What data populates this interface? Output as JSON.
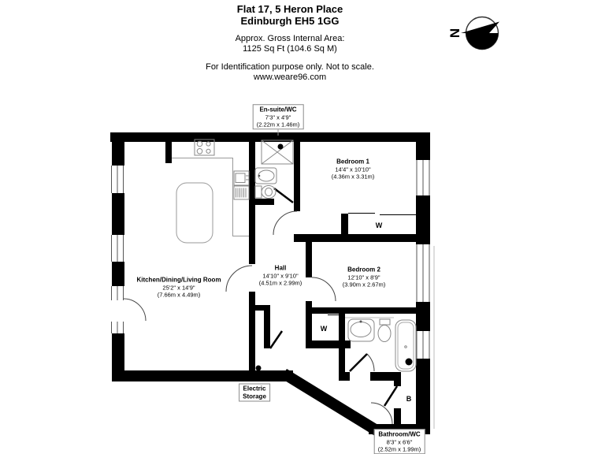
{
  "header": {
    "title_line1": "Flat 17, 5 Heron Place",
    "title_line2": "Edinburgh EH5 1GG",
    "area_line1": "Approx. Gross Internal Area:",
    "area_line2": "1125 Sq Ft (104.6 Sq M)",
    "disclaimer": "For Identification purpose only. Not to scale.",
    "website": "www.weare96.com"
  },
  "compass": {
    "north_label": "N"
  },
  "rooms": {
    "ensuite": {
      "name": "En-suite/WC",
      "imperial": "7'3\" x 4'9\"",
      "metric": "(2.22m x 1.46m)"
    },
    "bedroom1": {
      "name": "Bedroom 1",
      "imperial": "14'4\" x 10'10\"",
      "metric": "(4.36m x 3.31m)"
    },
    "kitchen": {
      "name": "Kitchen/Dining/Living Room",
      "imperial": "25'2\" x 14'9\"",
      "metric": "(7.66m x 4.49m)"
    },
    "hall": {
      "name": "Hall",
      "imperial": "14'10\" x 9'10\"",
      "metric": "(4.51m x 2.99m)"
    },
    "bedroom2": {
      "name": "Bedroom 2",
      "imperial": "12'10\" x 8'9\"",
      "metric": "(3.90m x 2.67m)"
    },
    "bathroom": {
      "name": "Bathroom/WC",
      "imperial": "8'3\" x 6'6\"",
      "metric": "(2.52m x 1.99m)"
    }
  },
  "features": {
    "storage_line1": "Electric",
    "storage_line2": "Storage",
    "wardrobe_marker": "W",
    "boiler_marker": "B"
  },
  "colors": {
    "wall": "#000000",
    "background": "#ffffff",
    "fixture_line": "#888888"
  }
}
